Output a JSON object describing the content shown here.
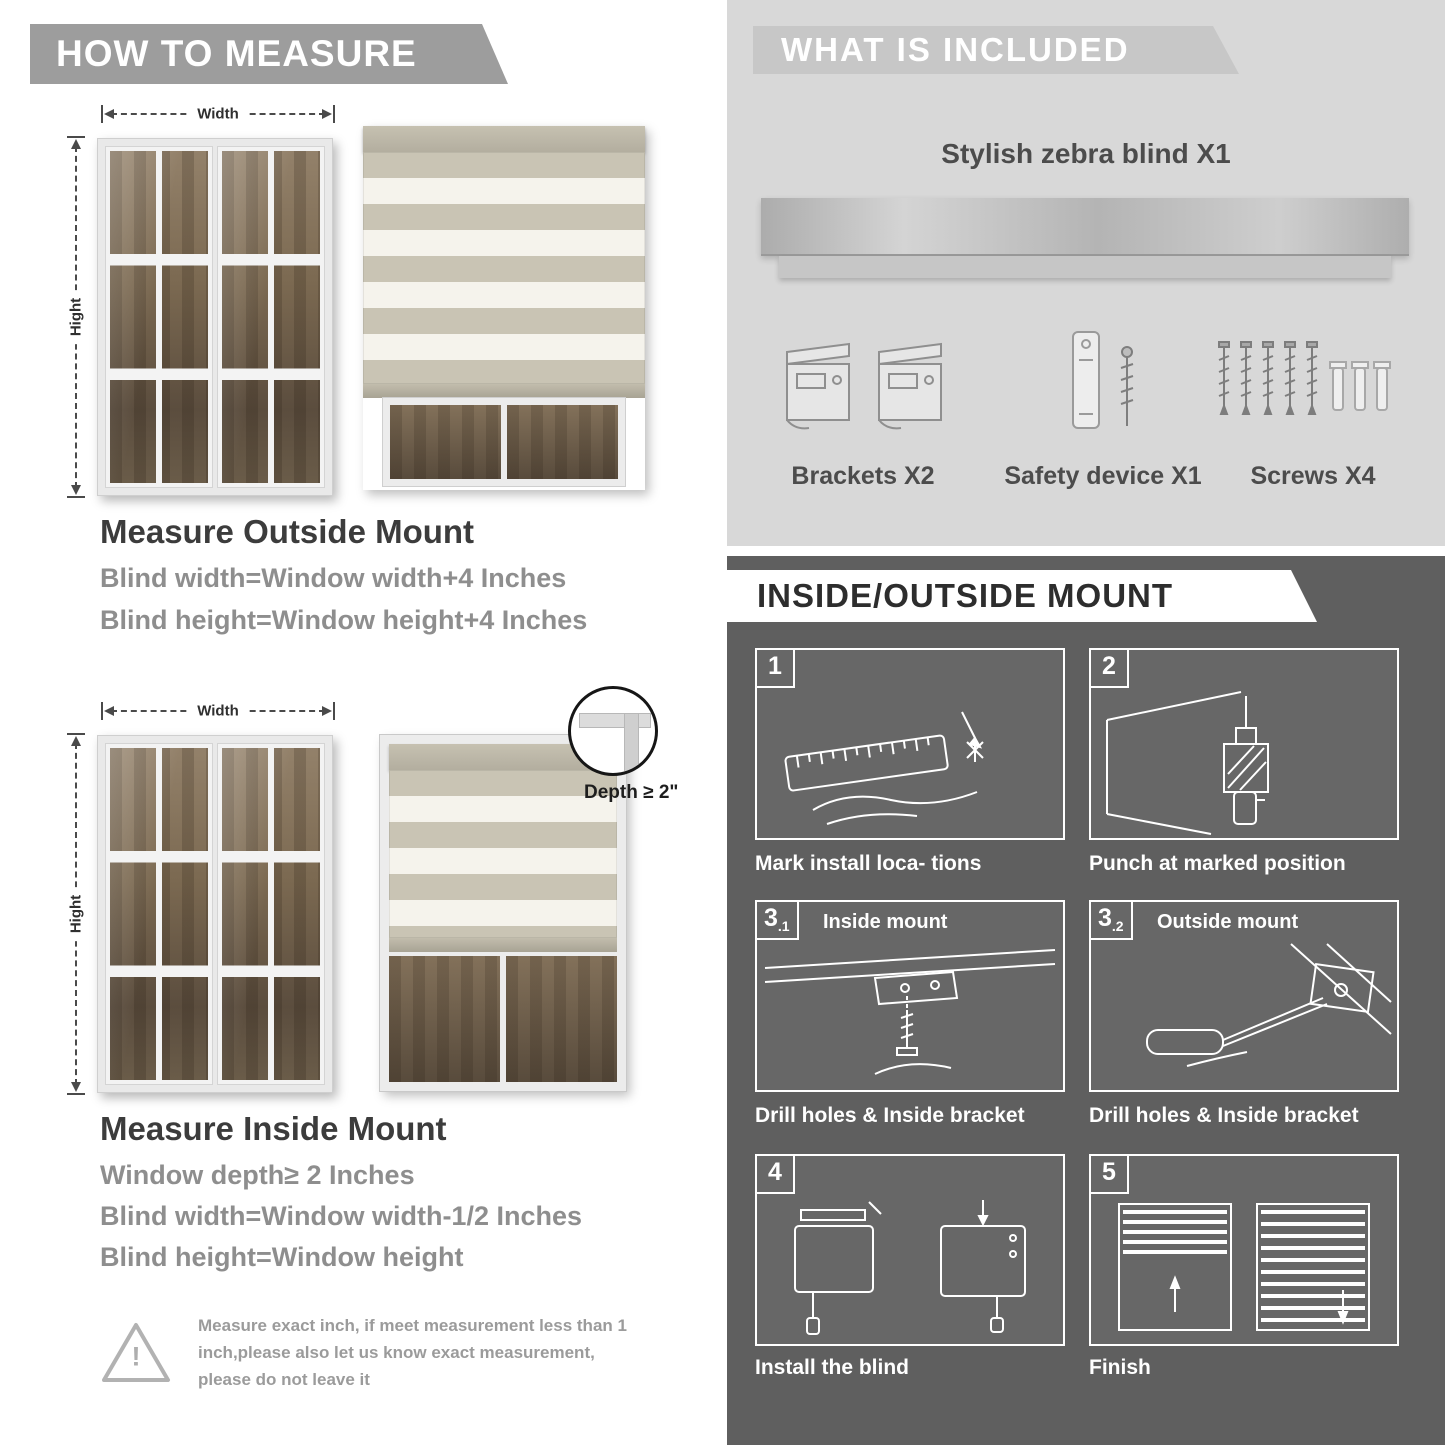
{
  "colors": {
    "banner-gray": "#9d9d9d",
    "included-banner": "#c7c7c7",
    "light-bg": "#d8d8d8",
    "dark-bg": "#5f5f5f",
    "heading-text": "#3c3c3c",
    "formula-text": "#8e8e8e",
    "stripe-dark": "#c9c4b4",
    "stripe-light": "#f5f3ec",
    "cassette": "#b3ae9f"
  },
  "icons": {
    "warning": "warning-triangle-icon",
    "brackets": "mounting-brackets-icon",
    "safety_device": "safety-device-icon",
    "screws": "screws-and-anchors-icon",
    "step1": "measure-and-mark-icon",
    "step2": "drill-icon",
    "step3_1": "inside-bracket-screw-icon",
    "step3_2": "outside-bracket-screwdriver-icon",
    "step4": "install-blind-icon",
    "step5": "finished-blinds-icon"
  },
  "left": {
    "banner": "HOW TO MEASURE",
    "width_label": "Width",
    "height_label": "Hight",
    "outside": {
      "title": "Measure Outside Mount",
      "line1": "Blind width=Window width+4 Inches",
      "line2": "Blind height=Window height+4 Inches"
    },
    "inside": {
      "depth_label": "Depth ≥ 2\"",
      "title": "Measure Inside Mount",
      "line1": "Window depth≥ 2 Inches",
      "line2": "Blind width=Window width-1/2 Inches",
      "line3": "Blind height=Window height"
    },
    "warning": {
      "mark": "!",
      "text": "Measure exact inch, if meet measurement less than 1 inch,please also let us know exact measurement, please do not leave it"
    }
  },
  "included": {
    "banner": "WHAT IS INCLUDED",
    "blind_label": "Stylish zebra blind X1",
    "items": [
      {
        "label": "Brackets X2"
      },
      {
        "label": "Safety device X1"
      },
      {
        "label": "Screws X4"
      }
    ]
  },
  "mount": {
    "banner": "INSIDE/OUTSIDE MOUNT",
    "steps": [
      {
        "num": "1",
        "sub": "",
        "title": "",
        "caption": "Mark install loca- tions"
      },
      {
        "num": "2",
        "sub": "",
        "title": "",
        "caption": "Punch at  marked position"
      },
      {
        "num": "3",
        "sub": ".1",
        "title": "Inside mount",
        "caption": "Drill holes &  Inside bracket"
      },
      {
        "num": "3",
        "sub": ".2",
        "title": "Outside mount",
        "caption": "Drill holes &  Inside bracket"
      },
      {
        "num": "4",
        "sub": "",
        "title": "",
        "caption": "Install the blind"
      },
      {
        "num": "5",
        "sub": "",
        "title": "",
        "caption": "Finish"
      }
    ]
  }
}
